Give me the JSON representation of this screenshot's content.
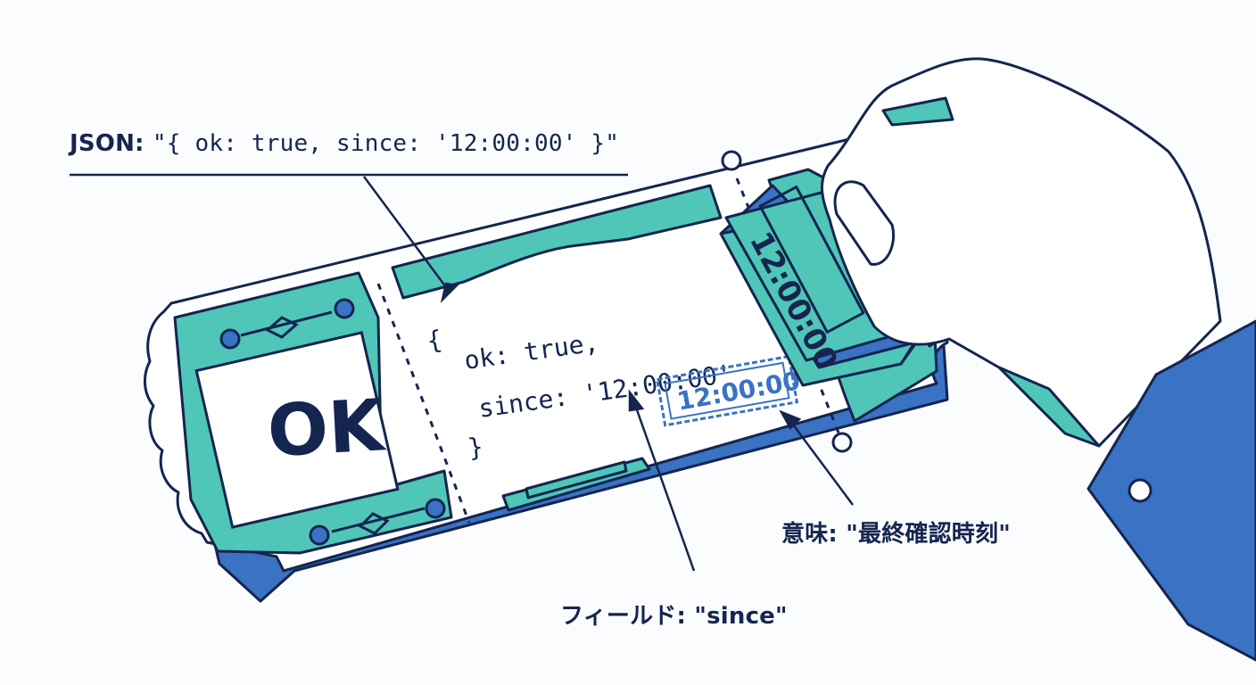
{
  "callouts": {
    "json_prefix": "JSON: ",
    "json_value": "\"{ ok: true, since: '12:00:00' }\"",
    "meaning": "意味: \"最終確認時刻\"",
    "field": "フィールド: \"since\""
  },
  "ticket": {
    "status_text": "OK",
    "code_lines": [
      "{",
      "ok: true,",
      "since: '12:00:00'",
      "}"
    ],
    "stamp_mark": "12:00:00"
  },
  "stamp": {
    "face_text": "12:00:00"
  },
  "colors": {
    "navy": "#14254f",
    "teal": "#4fc6b8",
    "blue": "#3a72c4",
    "paper": "#ffffff"
  }
}
